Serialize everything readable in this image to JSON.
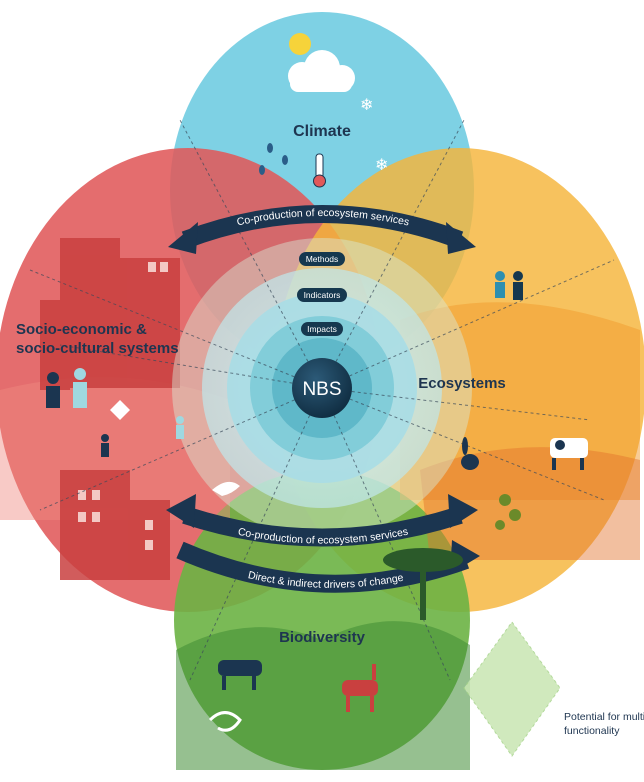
{
  "labels": {
    "climate": "Climate",
    "socio_line1": "Socio-economic &",
    "socio_line2": "socio-cultural systems",
    "ecosystems": "Ecosystems",
    "biodiversity": "Biodiversity",
    "center": "NBS"
  },
  "rings": [
    "Methods",
    "Indicators",
    "Impacts"
  ],
  "arrows": {
    "top": "Co-production of ecosystem services",
    "middle": "Co-production of ecosystem services",
    "bottom": "Direct & indirect drivers of change"
  },
  "legend": {
    "line1": "Potential for multi-",
    "line2": "functionality"
  },
  "colors": {
    "climate": "#7fcfe0",
    "socio": "#e0595a",
    "ecosystems": "#f5b53a",
    "biodiversity": "#8cc455",
    "center": "#16384f",
    "arrow": "#1b3550"
  }
}
